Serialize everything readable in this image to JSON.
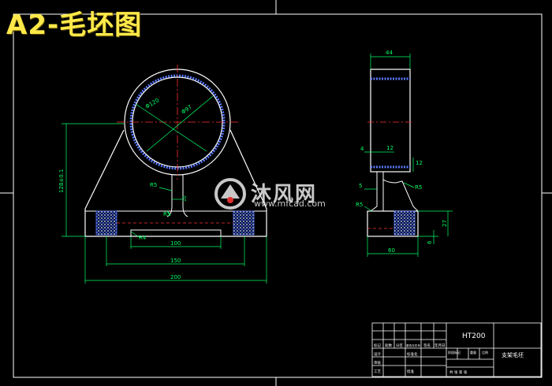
{
  "title": "A2-毛坯图",
  "watermark": {
    "brand": "沐风网",
    "url": "www.mfcad.com"
  },
  "front_view": {
    "dims": {
      "d_outer": "Φ120",
      "d_inner": "Φ97",
      "height": "128±0.1",
      "r5_a": "R5",
      "r5_b": "R5",
      "slot": "10",
      "r4": "R4",
      "w100": "100",
      "w150": "150",
      "w200": "200"
    }
  },
  "side_view": {
    "dims": {
      "w44": "44",
      "w60": "60",
      "d4": "4",
      "d12a": "12",
      "d12b": "12",
      "d5": "5",
      "r5_a": "R5",
      "r5_b": "R5",
      "d27": "27",
      "d6": "6"
    }
  },
  "title_block": {
    "material": "HT200",
    "part_name": "支架毛坯",
    "row_labels": [
      "标记",
      "处数",
      "分区",
      "更改文件号",
      "签名",
      "年月日"
    ],
    "left_labels": [
      "设计",
      "审核",
      "工艺"
    ],
    "middle_labels": [
      "阶段标记",
      "重量",
      "比例"
    ],
    "standard": "标准化",
    "approve": "批准",
    "sheet": "共 张 第 张"
  },
  "colors": {
    "background": "#000000",
    "outline": "#ffffff",
    "dimension": "#00ff66",
    "center": "#ff3030",
    "hatch": "#5b7bff",
    "hatch_base": "#cfe0ff",
    "title": "#ffe94a"
  }
}
